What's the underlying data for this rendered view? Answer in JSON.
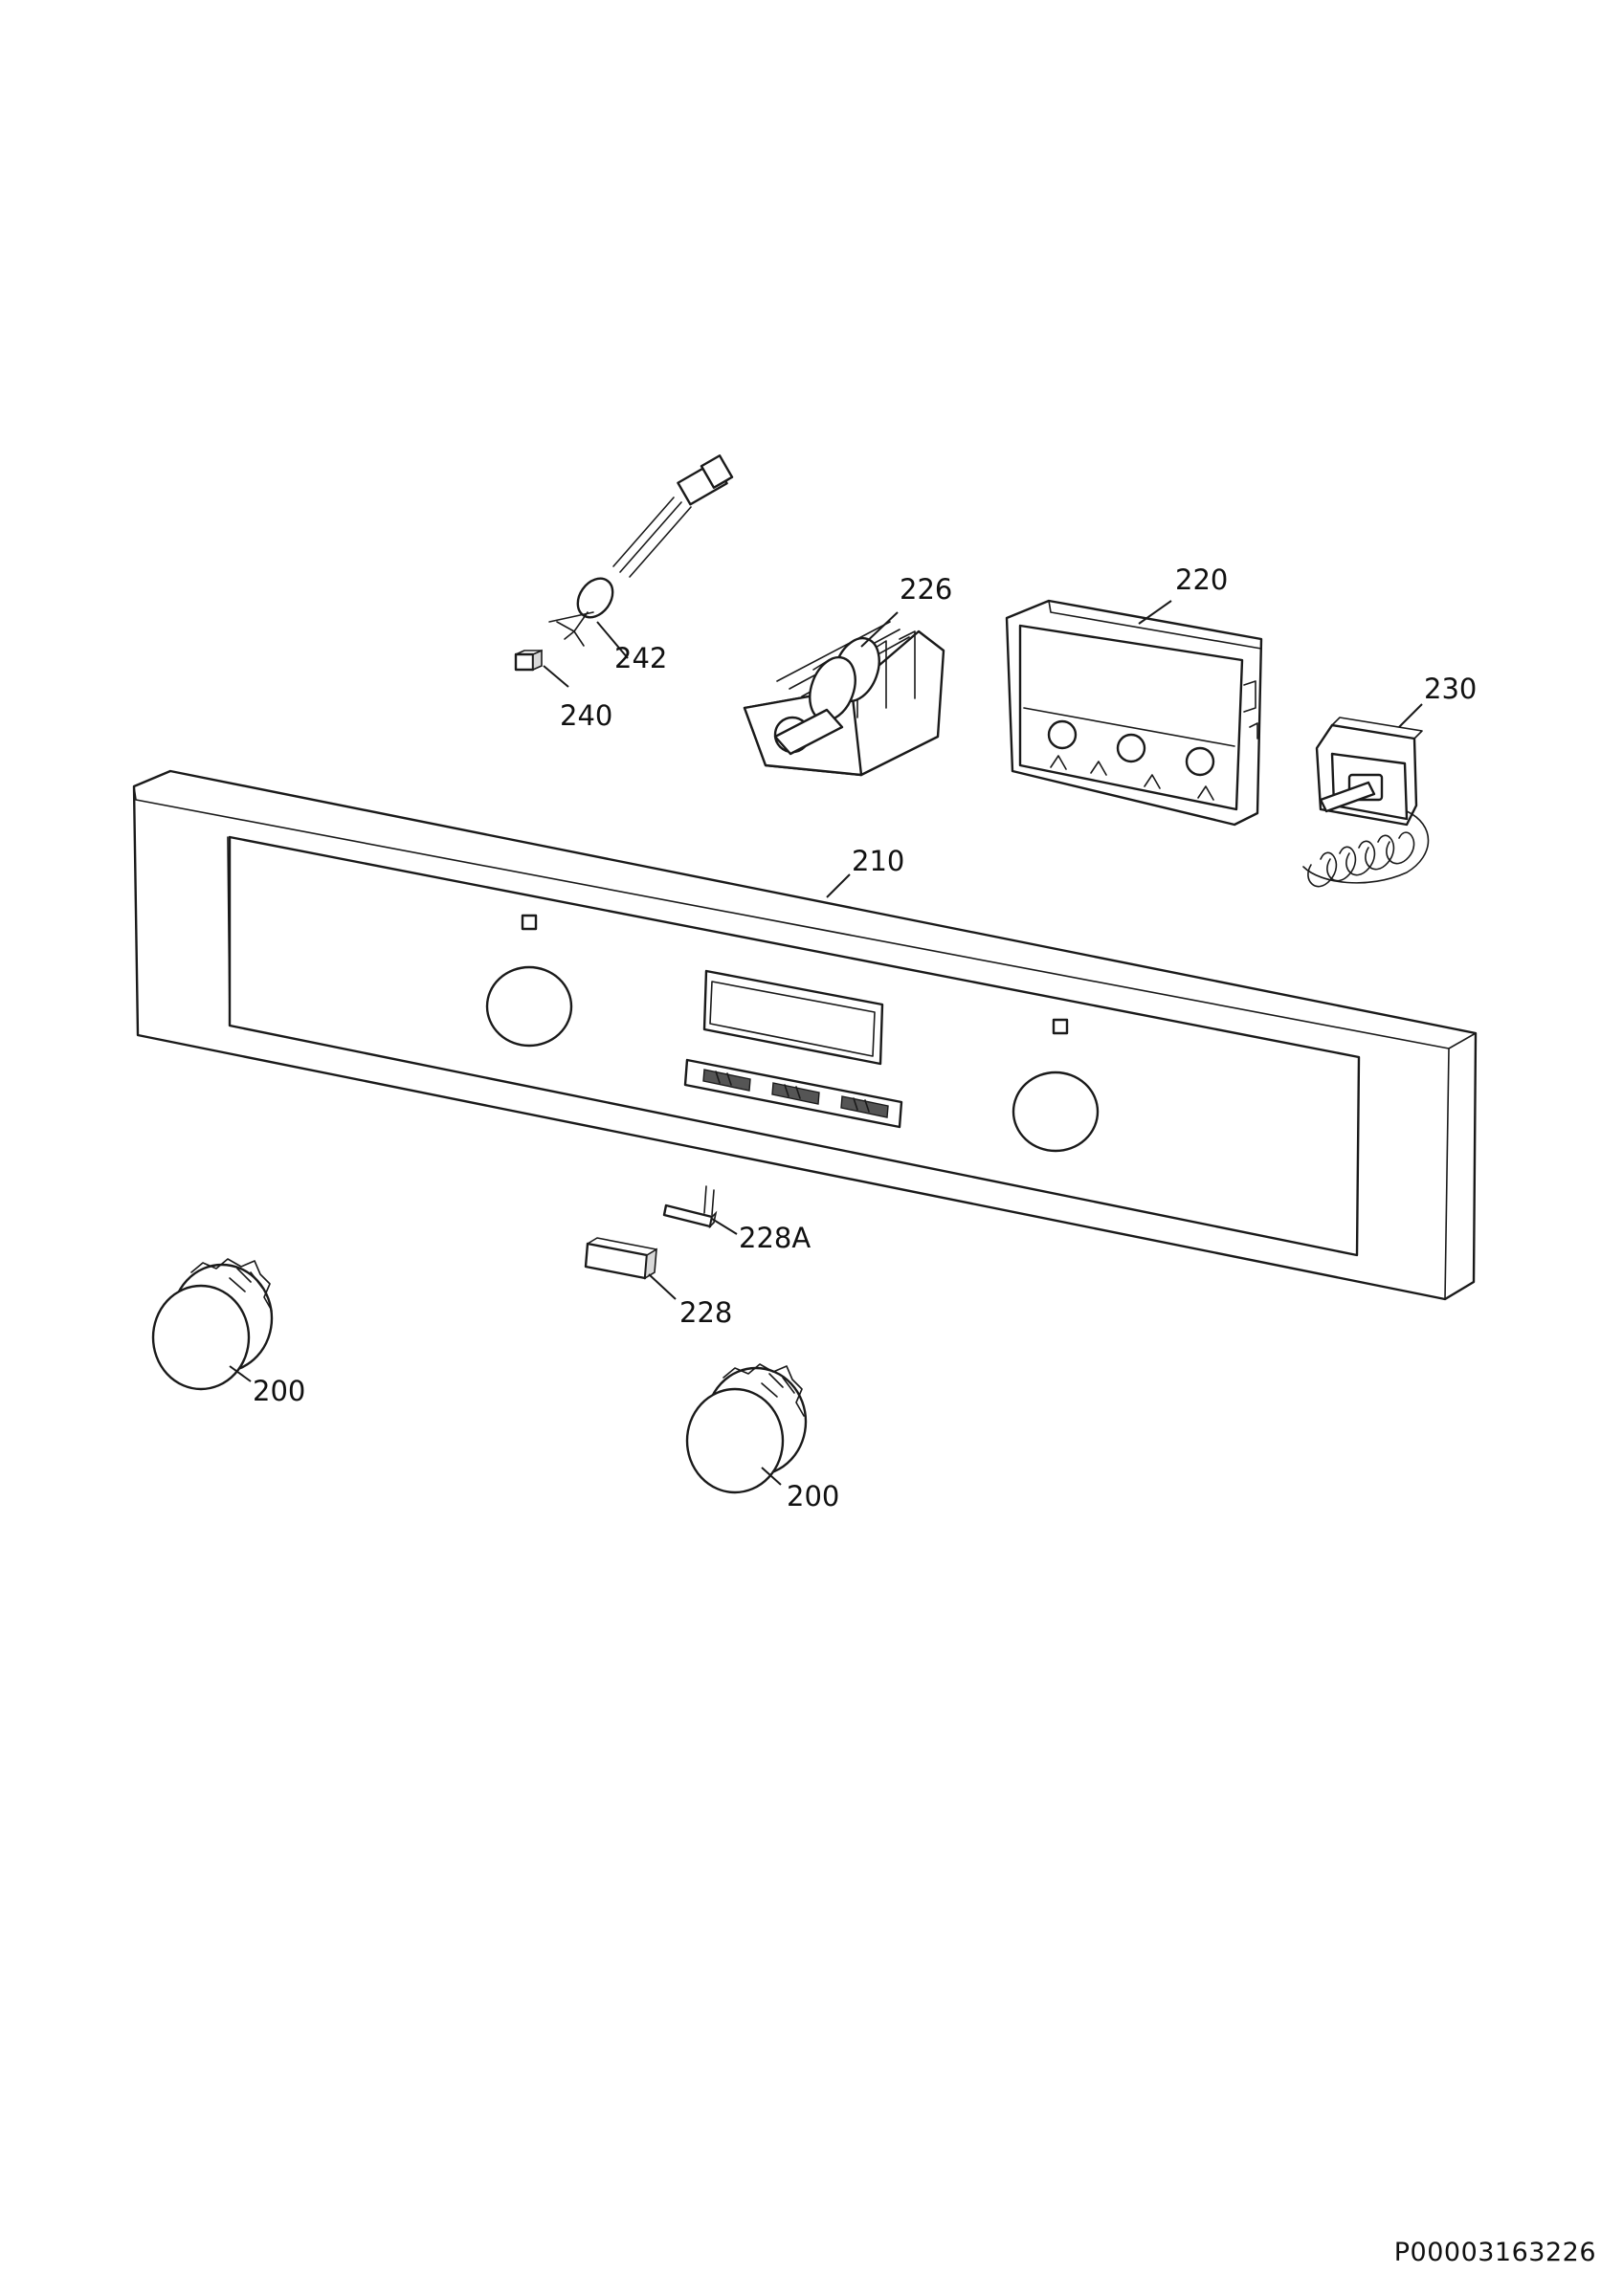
{
  "diagram": {
    "document_code": "P00003163226",
    "callouts": [
      {
        "id": "242",
        "text": "242"
      },
      {
        "id": "240",
        "text": "240"
      },
      {
        "id": "226",
        "text": "226"
      },
      {
        "id": "220",
        "text": "220"
      },
      {
        "id": "230",
        "text": "230"
      },
      {
        "id": "210",
        "text": "210"
      },
      {
        "id": "228A",
        "text": "228A"
      },
      {
        "id": "228",
        "text": "228"
      },
      {
        "id": "200-left",
        "text": "200"
      },
      {
        "id": "200-right",
        "text": "200"
      }
    ]
  }
}
